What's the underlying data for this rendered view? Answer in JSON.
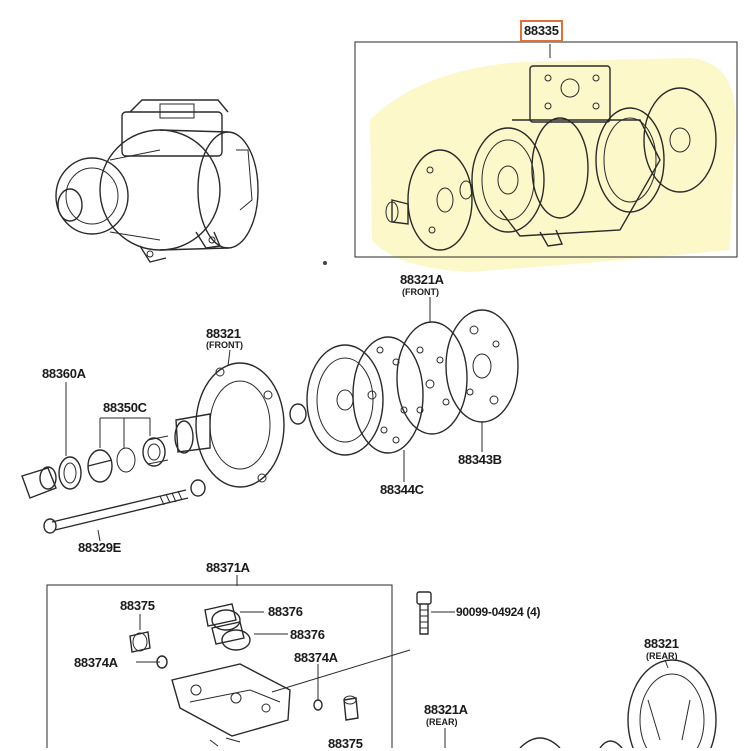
{
  "diagram": {
    "highlight_color": "#e0703a",
    "highlight_fill": "#fdf7c4",
    "labels": {
      "p88335": "88335",
      "p88321a_front": "88321A",
      "front_a": "(FRONT)",
      "p88321_front": "88321",
      "front_b": "(FRONT)",
      "p88360a": "88360A",
      "p88350c": "88350C",
      "p88343b": "88343B",
      "p88344c": "88344C",
      "p88329e": "88329E",
      "p88371a": "88371A",
      "p88375": "88375",
      "p88376_a": "88376",
      "p88376_b": "88376",
      "p88374a_left": "88374A",
      "p88374a_mid": "88374A",
      "p90099": "90099-04924 (4)",
      "p88321_rear": "88321",
      "rear_a": "(REAR)",
      "p88321a_rear": "88321A",
      "rear_b": "(REAR)",
      "p88375_bottom": "88375"
    }
  }
}
